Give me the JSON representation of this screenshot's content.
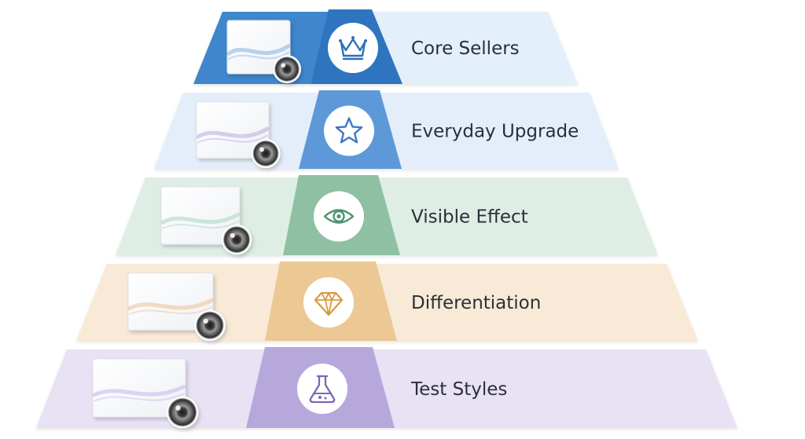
{
  "tiers": [
    {
      "label": "Core Sellers",
      "icon": "crown-icon",
      "colors": {
        "band": "#e3effb",
        "accent": "#2f74be",
        "accent_light": "#3f86cd",
        "wave": "#7fb3e6",
        "icon": "#2f6fb8"
      }
    },
    {
      "label": "Everyday Upgrade",
      "icon": "star-icon",
      "colors": {
        "band": "#e4eefa",
        "accent": "#5d98d8",
        "accent_light": "#9ec2ea",
        "wave": "#b9a9e0",
        "icon": "#3f78c2"
      }
    },
    {
      "label": "Visible Effect",
      "icon": "eye-icon",
      "colors": {
        "band": "#dfeee4",
        "accent": "#8fc0a3",
        "accent_light": "#cfe6d6",
        "wave": "#a8d6c0",
        "icon": "#4f9474"
      }
    },
    {
      "label": "Differentiation",
      "icon": "diamond-icon",
      "colors": {
        "band": "#f8ead6",
        "accent": "#ecc895",
        "accent_light": "#f6e0bd",
        "wave": "#f0c090",
        "icon": "#d79a45"
      }
    },
    {
      "label": "Test Styles",
      "icon": "flask-icon",
      "colors": {
        "band": "#e8e2f4",
        "accent": "#b7a8dc",
        "accent_light": "#ddd4f0",
        "wave": "#c2b6ea",
        "icon": "#7b67b8"
      }
    }
  ]
}
